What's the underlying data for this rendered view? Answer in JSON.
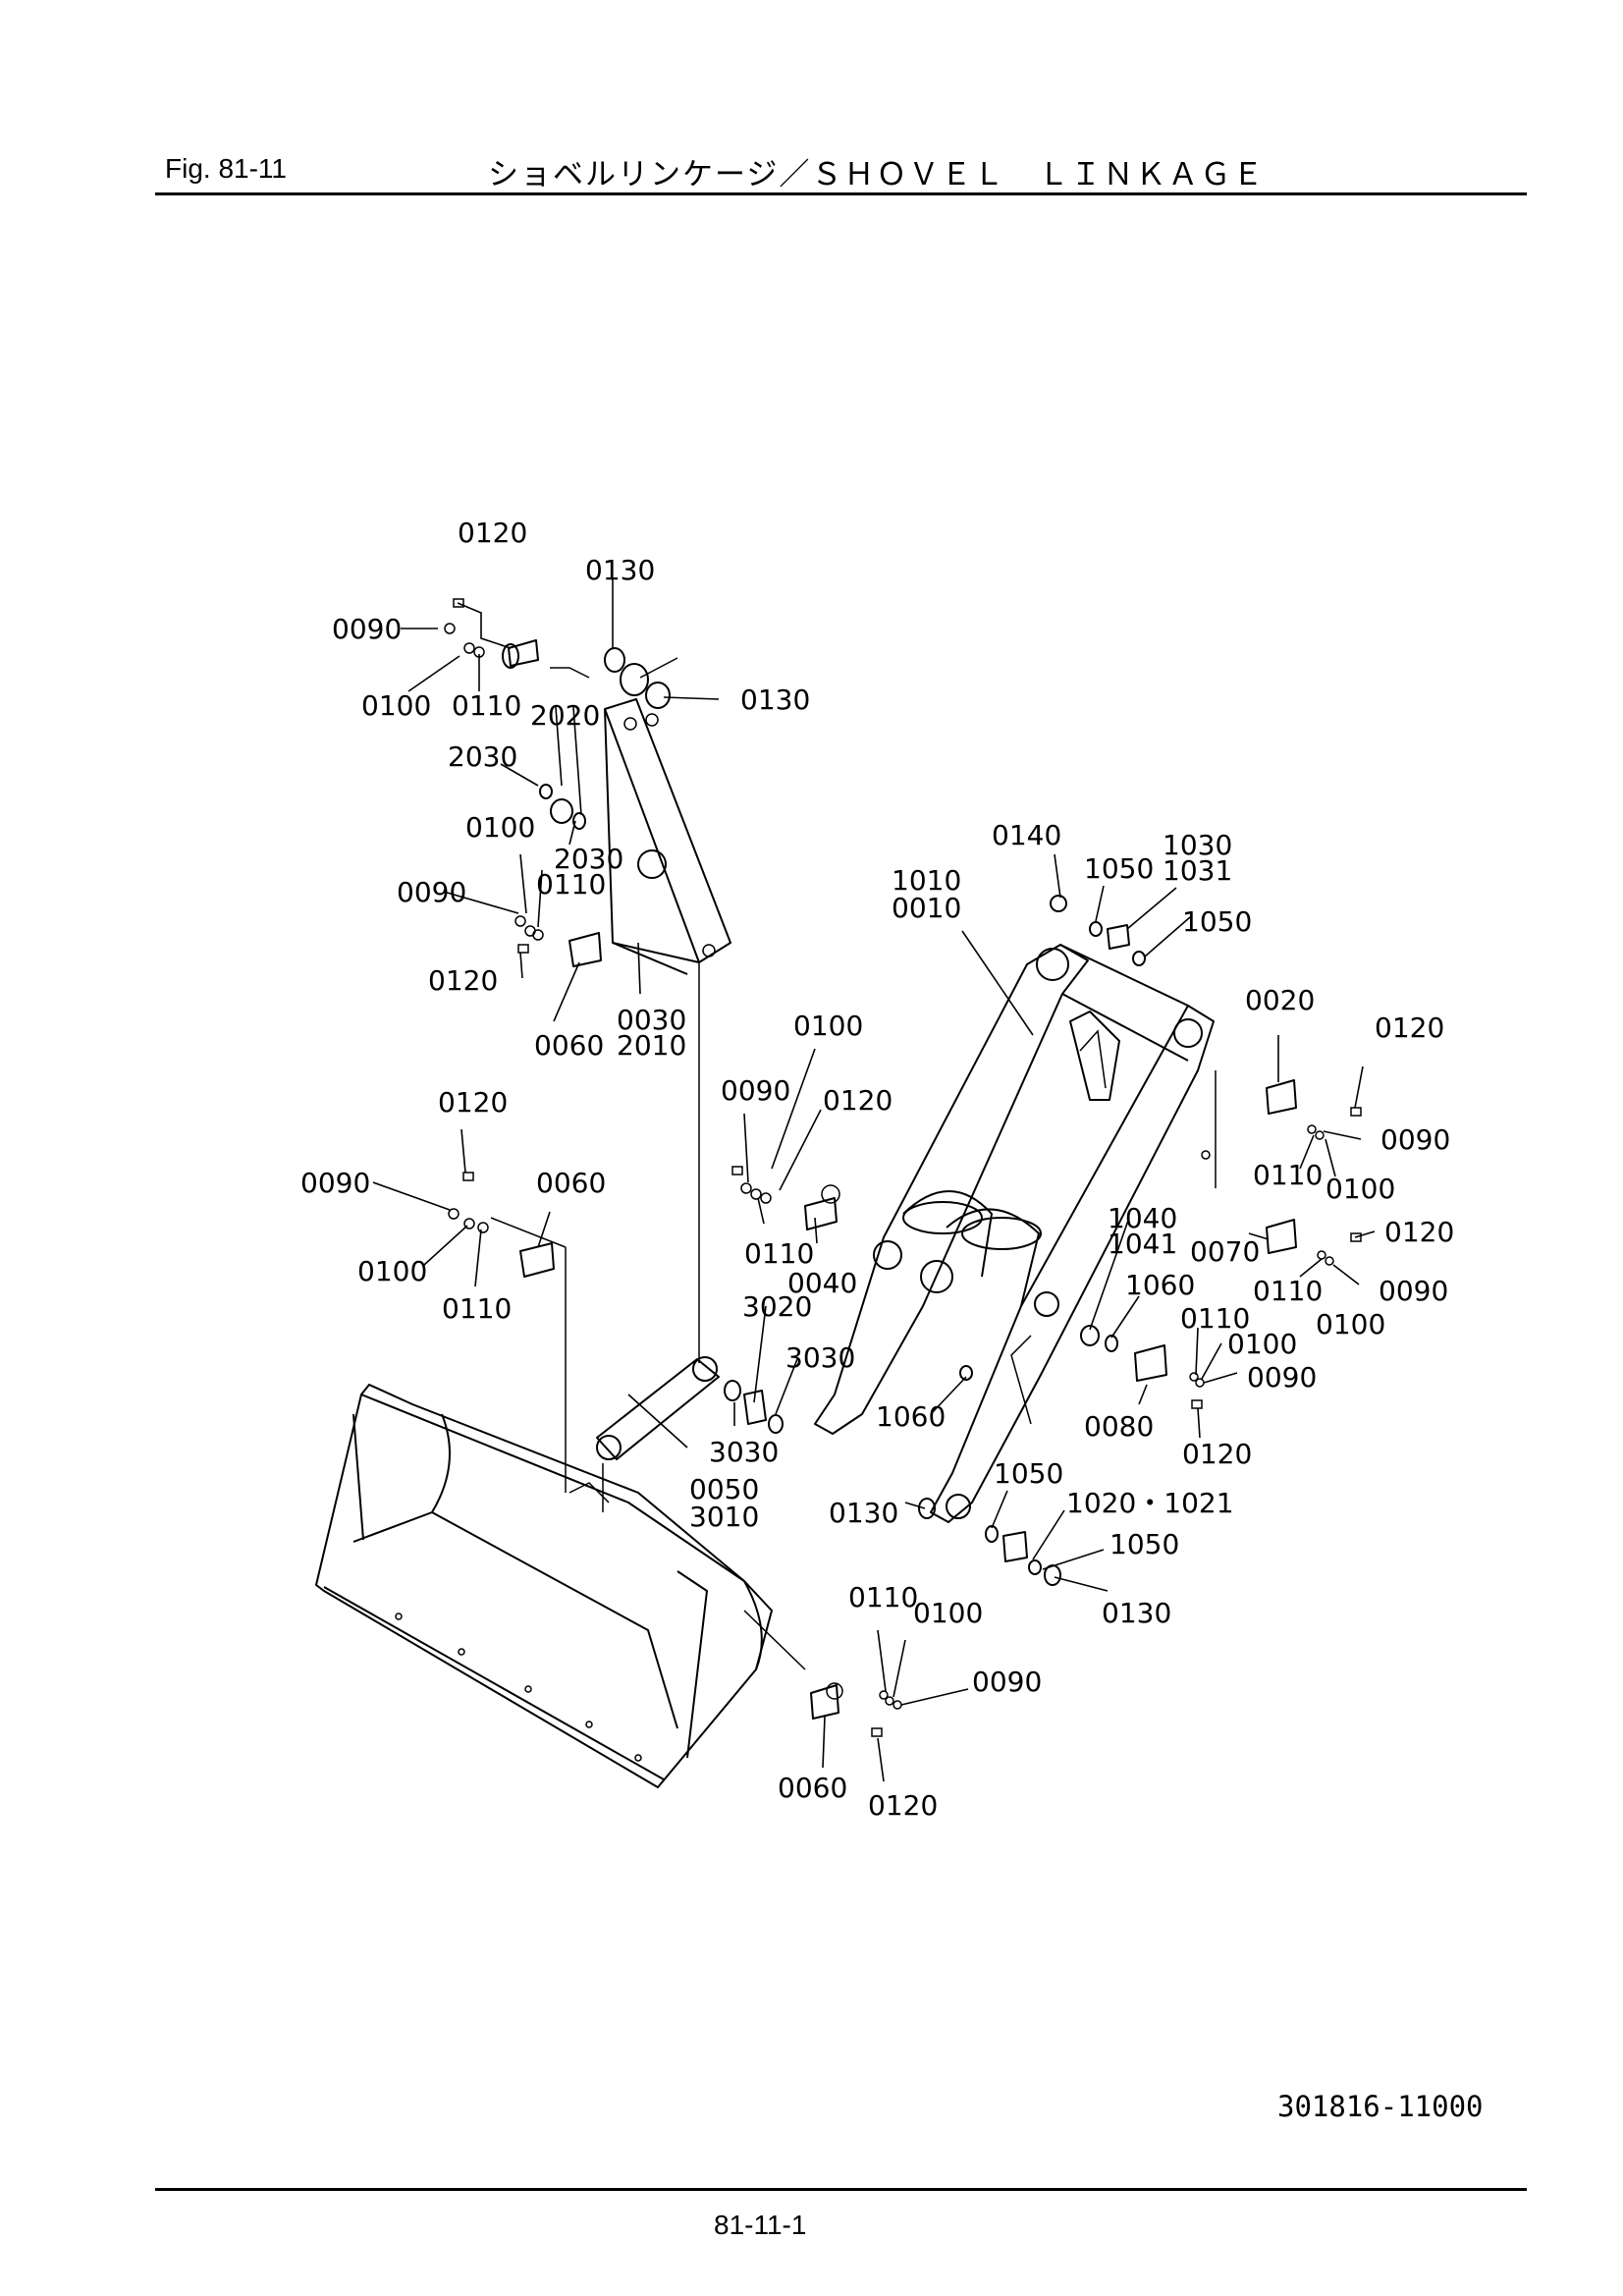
{
  "header": {
    "fig_label": "Fig.  81-11",
    "title": "ショベルリンケージ／ＳＨＯＶＥＬ　ＬＩＮＫＡＧＥ"
  },
  "footer": {
    "drawing_no": "301816-11000",
    "page_no": "81-11-1"
  },
  "callouts": [
    "0120",
    "0130",
    "0090",
    "0130",
    "0100",
    "0110",
    "2020",
    "2030",
    "0100",
    "2030",
    "0090",
    "0110",
    "0120",
    "0060",
    "0030",
    "2010",
    "0120",
    "0090",
    "0060",
    "0100",
    "0110",
    "0100",
    "0090",
    "0120",
    "0110",
    "0040",
    "3020",
    "3030",
    "3030",
    "0050",
    "3010",
    "0140",
    "1050",
    "1030",
    "1031",
    "1010",
    "0010",
    "1050",
    "0020",
    "0120",
    "0090",
    "0110",
    "0100",
    "0120",
    "1040",
    "1041",
    "0070",
    "0110",
    "0090",
    "0100",
    "1060",
    "0110",
    "0100",
    "0090",
    "1060",
    "0080",
    "0120",
    "0130",
    "1050",
    "1020・1021",
    "1050",
    "0130",
    "0110",
    "0100",
    "0090",
    "0060",
    "0120"
  ]
}
